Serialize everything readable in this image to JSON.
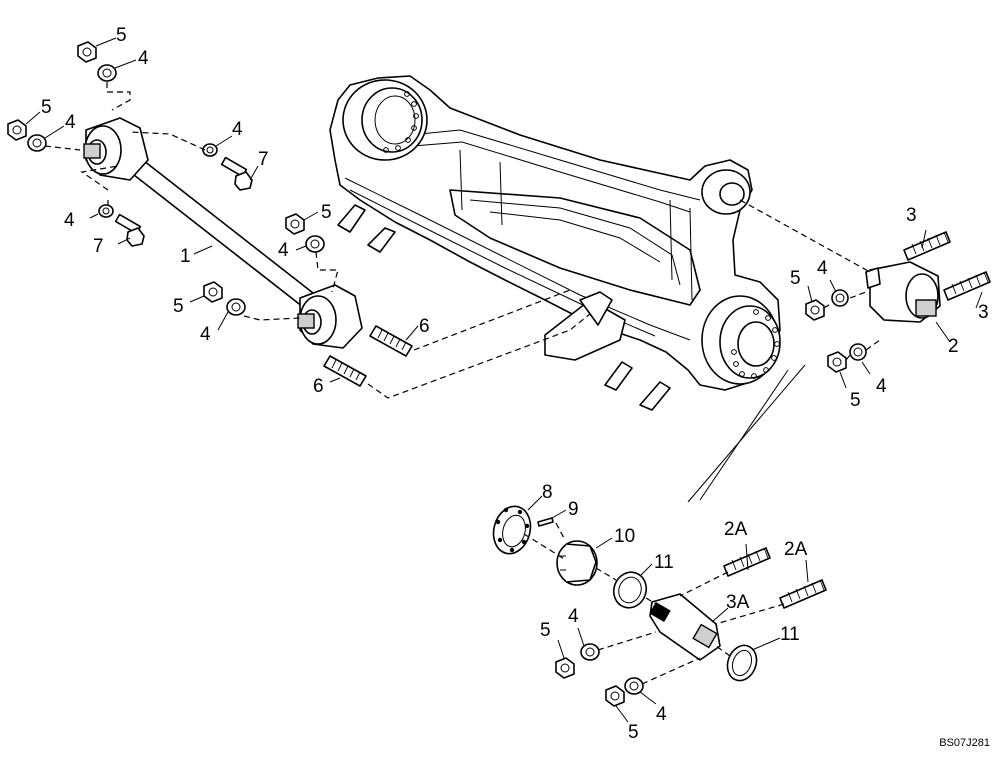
{
  "diagram": {
    "reference_code": "BS07J281",
    "callouts": [
      {
        "id": "c5a",
        "label": "5"
      },
      {
        "id": "c4a",
        "label": "4"
      },
      {
        "id": "c5b",
        "label": "5"
      },
      {
        "id": "c4b",
        "label": "4"
      },
      {
        "id": "c4c",
        "label": "4"
      },
      {
        "id": "c7a",
        "label": "7"
      },
      {
        "id": "c4d",
        "label": "4"
      },
      {
        "id": "c7b",
        "label": "7"
      },
      {
        "id": "c1",
        "label": "1"
      },
      {
        "id": "c5c",
        "label": "5"
      },
      {
        "id": "c4e",
        "label": "4"
      },
      {
        "id": "c5d",
        "label": "5"
      },
      {
        "id": "c4f",
        "label": "4"
      },
      {
        "id": "c6a",
        "label": "6"
      },
      {
        "id": "c6b",
        "label": "6"
      },
      {
        "id": "c3a",
        "label": "3"
      },
      {
        "id": "c3b",
        "label": "3"
      },
      {
        "id": "c5e",
        "label": "5"
      },
      {
        "id": "c4g",
        "label": "4"
      },
      {
        "id": "c2",
        "label": "2"
      },
      {
        "id": "c4h",
        "label": "4"
      },
      {
        "id": "c5f",
        "label": "5"
      },
      {
        "id": "c8",
        "label": "8"
      },
      {
        "id": "c9",
        "label": "9"
      },
      {
        "id": "c10",
        "label": "10"
      },
      {
        "id": "c11a",
        "label": "11"
      },
      {
        "id": "c2Aa",
        "label": "2A"
      },
      {
        "id": "c2Ab",
        "label": "2A"
      },
      {
        "id": "c3A",
        "label": "3A"
      },
      {
        "id": "c5g",
        "label": "5"
      },
      {
        "id": "c4i",
        "label": "4"
      },
      {
        "id": "c11b",
        "label": "11"
      },
      {
        "id": "c5h",
        "label": "5"
      },
      {
        "id": "c4j",
        "label": "4"
      }
    ]
  }
}
